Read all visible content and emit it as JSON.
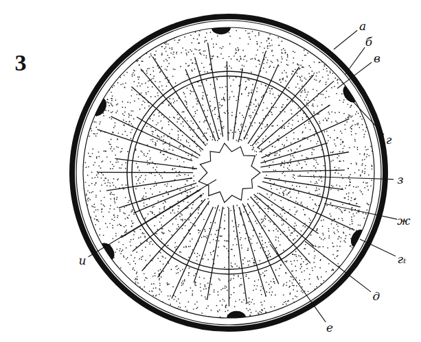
{
  "diagram": {
    "labels": [
      "3",
      "а",
      "б",
      "в",
      "г",
      "з",
      "ж",
      "гₜ",
      "д",
      "е",
      "и"
    ]
  }
}
